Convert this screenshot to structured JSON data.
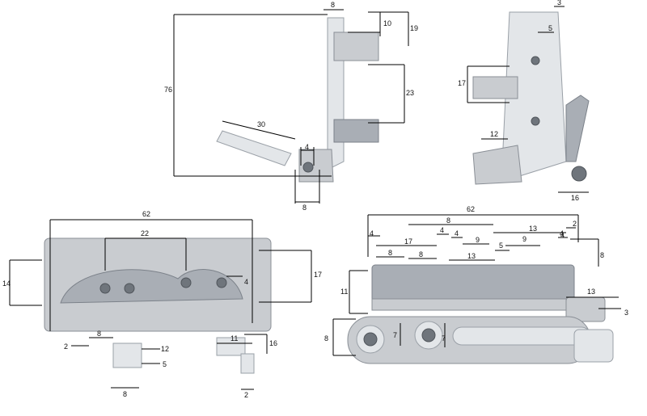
{
  "photos": [
    {
      "id": "top-left-hinge",
      "dimensions": [
        "76",
        "8",
        "10",
        "19",
        "23",
        "30",
        "4",
        "8"
      ]
    },
    {
      "id": "top-right-hinge",
      "dimensions": [
        "3",
        "5",
        "17",
        "12",
        "16"
      ]
    },
    {
      "id": "bottom-left-hinge",
      "dimensions": [
        "62",
        "22",
        "14",
        "17",
        "4",
        "8",
        "2",
        "12",
        "5",
        "8",
        "11",
        "16",
        "2"
      ]
    },
    {
      "id": "bottom-right-hinge",
      "dimensions": [
        "62",
        "8",
        "4",
        "4",
        "4",
        "17",
        "13",
        "2",
        "4",
        "9",
        "9",
        "4",
        "8",
        "8",
        "5",
        "13",
        "8",
        "11",
        "13",
        "3",
        "8",
        "7",
        "7"
      ]
    }
  ],
  "colors": {
    "background": "#ffffff",
    "line": "#000000",
    "metal": "#c9ccd0"
  }
}
